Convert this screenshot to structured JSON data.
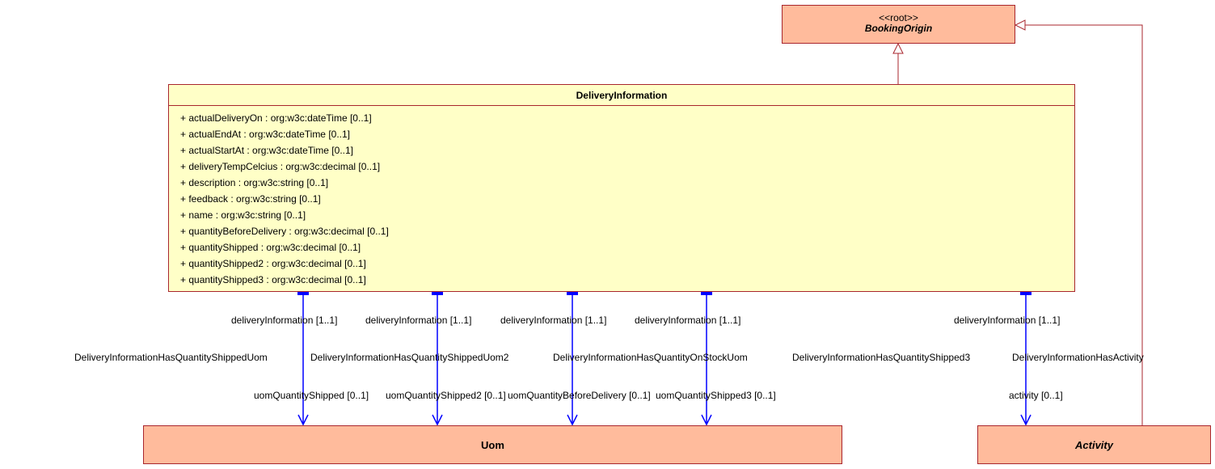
{
  "classes": {
    "booking_origin": {
      "stereotype": "<<root>>",
      "name": "BookingOrigin"
    },
    "delivery_information": {
      "name": "DeliveryInformation",
      "attributes": [
        "+ actualDeliveryOn : org:w3c:dateTime [0..1]",
        "+ actualEndAt : org:w3c:dateTime [0..1]",
        "+ actualStartAt : org:w3c:dateTime [0..1]",
        "+ deliveryTempCelcius : org:w3c:decimal [0..1]",
        "+ description : org:w3c:string [0..1]",
        "+ feedback : org:w3c:string [0..1]",
        "+ name : org:w3c:string [0..1]",
        "+ quantityBeforeDelivery : org:w3c:decimal [0..1]",
        "+ quantityShipped : org:w3c:decimal [0..1]",
        "+ quantityShipped2 : org:w3c:decimal [0..1]",
        "+ quantityShipped3 : org:w3c:decimal [0..1]"
      ]
    },
    "uom": {
      "name": "Uom"
    },
    "activity": {
      "name": "Activity"
    }
  },
  "associations": [
    {
      "source_role": "deliveryInformation [1..1]",
      "name": "DeliveryInformationHasQuantityShippedUom",
      "target_role": "uomQuantityShipped [0..1]"
    },
    {
      "source_role": "deliveryInformation [1..1]",
      "name": "DeliveryInformationHasQuantityShippedUom2",
      "target_role": "uomQuantityShipped2 [0..1]"
    },
    {
      "source_role": "deliveryInformation [1..1]",
      "name": "DeliveryInformationHasQuantityOnStockUom",
      "target_role": "uomQuantityBeforeDelivery [0..1]"
    },
    {
      "source_role": "deliveryInformation [1..1]",
      "name": "DeliveryInformationHasQuantityShipped3",
      "target_role": "uomQuantityShipped3 [0..1]"
    },
    {
      "source_role": "deliveryInformation [1..1]",
      "name": "DeliveryInformationHasActivity",
      "target_role": "activity [0..1]"
    }
  ],
  "colors": {
    "class_fill": "#ffbb9c",
    "class_fill_highlight": "#ffffc7",
    "class_border": "#a8262d",
    "generalization_line": "#a8262d",
    "association_line": "#0000ff"
  }
}
